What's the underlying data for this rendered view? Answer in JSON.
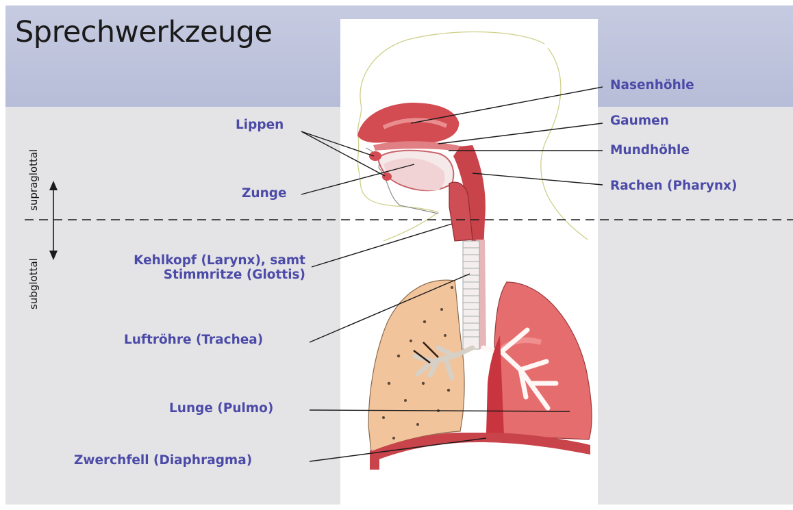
{
  "title": "Sprechwerkzeuge",
  "region_labels": {
    "supraglottal": "supraglottal",
    "subglottal": "subglottal"
  },
  "labels": {
    "nasenhoehle": "Nasenhöhle",
    "gaumen": "Gaumen",
    "mundhoehle": "Mundhöhle",
    "rachen": "Rachen (Pharynx)",
    "lippen": "Lippen",
    "zunge": "Zunge",
    "kehlkopf_line1": "Kehlkopf (Larynx), samt",
    "kehlkopf_line2": "Stimmritze (Glottis)",
    "luftroehre": "Luftröhre (Trachea)",
    "lunge": "Lunge (Pulmo)",
    "zwerchfell": "Zwerchfell (Diaphragma)"
  },
  "colors": {
    "label_text": "#4b4aa8",
    "header_band": "#bcc1da",
    "slide_background": "#e4e4e6",
    "tissue_red": "#c9434a",
    "lung_left_tan": "#f2c49c",
    "lung_right_pink": "#e66d6d"
  }
}
